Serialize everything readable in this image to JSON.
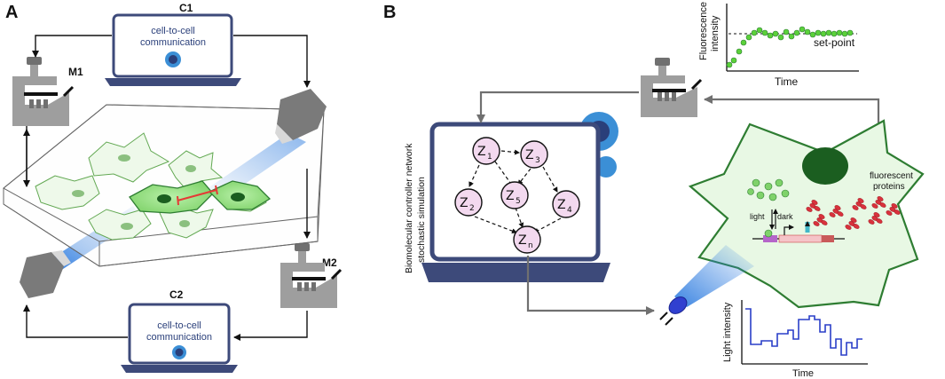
{
  "panel_a": {
    "label": "A",
    "computer_top": {
      "label": "C1",
      "screen_line1": "cell-to-cell",
      "screen_line2": "communication"
    },
    "computer_bottom": {
      "label": "C2",
      "screen_line1": "cell-to-cell",
      "screen_line2": "communication"
    },
    "microscope_left": {
      "label": "M1"
    },
    "microscope_right": {
      "label": "M2"
    }
  },
  "panel_b": {
    "label": "B",
    "computer_side_line1": "Biomolecular controller network",
    "computer_side_line2": "stochastic simulation",
    "nodes": [
      {
        "id": "z1",
        "letter": "Z",
        "sub": "1"
      },
      {
        "id": "z3",
        "letter": "Z",
        "sub": "3"
      },
      {
        "id": "z2",
        "letter": "Z",
        "sub": "2"
      },
      {
        "id": "z5",
        "letter": "Z",
        "sub": "5"
      },
      {
        "id": "z4",
        "letter": "Z",
        "sub": "4"
      },
      {
        "id": "zn",
        "letter": "Z",
        "sub": "n"
      }
    ],
    "fluorescence_plot": {
      "ylabel_line1": "Fluorescence",
      "ylabel_line2": "intensity",
      "xlabel": "Time",
      "setpoint_label": "set-point"
    },
    "light_plot": {
      "ylabel": "Light intensity",
      "xlabel": "Time"
    },
    "cell": {
      "fluorescent_line1": "fluorescent",
      "fluorescent_line2": "proteins",
      "light_label": "light",
      "dark_label": "dark"
    }
  },
  "colors": {
    "navy": "#3d4a7a",
    "gear_blue": "#3b8fd6",
    "cell_green": "#2e7d32",
    "cell_fill": "#e8f8e4",
    "light_blue": "#2f7de0",
    "protein_red": "#d9313c",
    "node_fill": "#f3d9ef"
  }
}
